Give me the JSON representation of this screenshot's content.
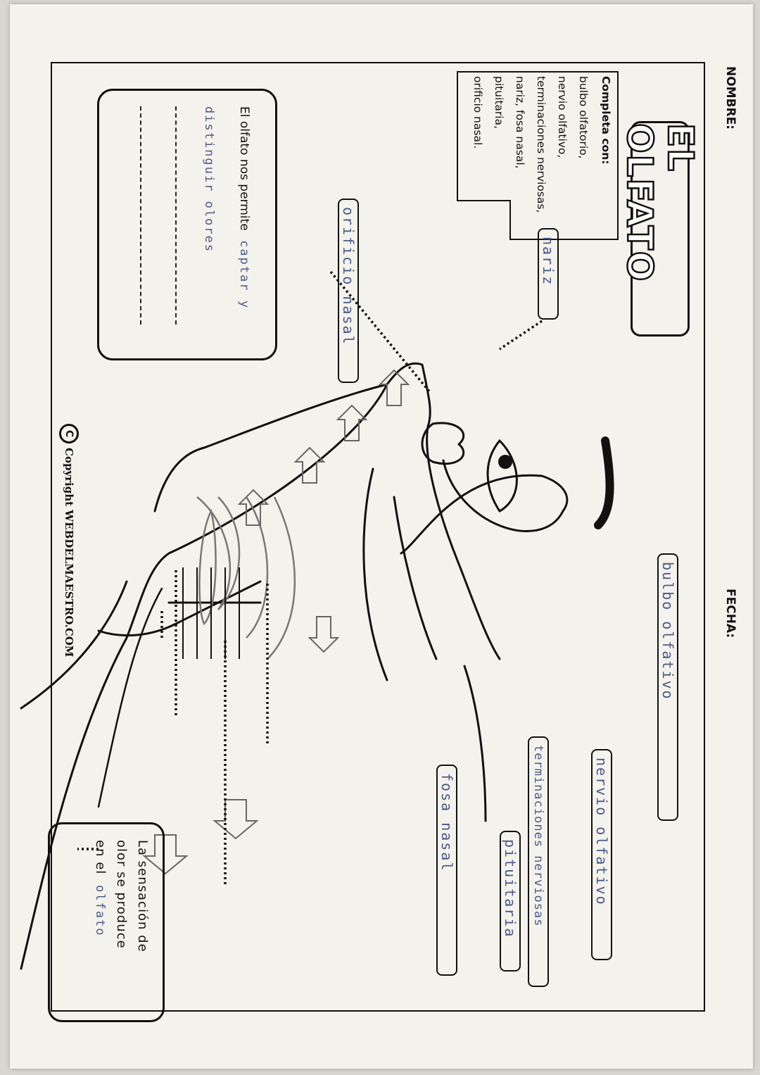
{
  "header": {
    "name_label": "NOMBRE:",
    "date_label": "FECHA:"
  },
  "title": "EL OLFATO",
  "word_bank": {
    "heading": "Completa con:",
    "lines": [
      "bulbo olfatorio,",
      "nervio olfativo,",
      "terminaciones nerviosas,",
      "nariz, fosa nasal,",
      "pituitaria,",
      "orificio nasal."
    ]
  },
  "labels": {
    "nariz": "nariz",
    "orificio_nasal": "orificio nasal",
    "bulbo_olfatorio": "bulbo olfativo",
    "nervio_olfativo": "nervio olfativo",
    "terminaciones_nerviosas": "terminaciones nerviosas",
    "pituitaria": "pituitaria",
    "fosa_nasal": "fosa nasal"
  },
  "question_olfato": {
    "prompt": "El olfato nos permite",
    "answer_1": "captar y",
    "answer_2": "distinguir olores"
  },
  "question_sensacion": {
    "line1": "La sensación de",
    "line2": "olor se produce",
    "line3": "en el",
    "answer": "olfato"
  },
  "copyright": "Copyright WEBDELMAESTRO.COM",
  "colors": {
    "ink": "#111111",
    "handwriting": "#4a5a8a",
    "paper": "#f4f2ec"
  }
}
